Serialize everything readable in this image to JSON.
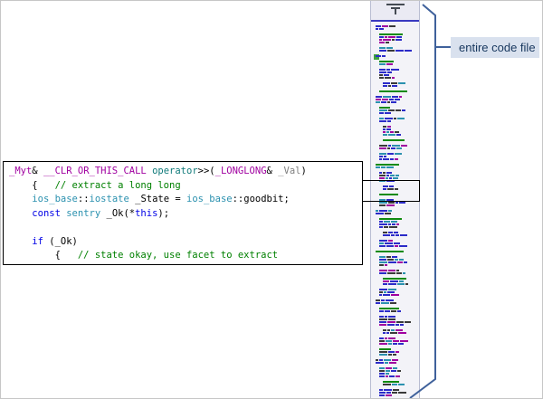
{
  "page": {
    "background": "#ffffff",
    "border_color": "#c6c6c6"
  },
  "code_box": {
    "colors": {
      "macro": "#a000a0",
      "kw": "#0000e6",
      "type": "#2b91af",
      "op": "#0f7a7a",
      "comment": "#008000",
      "plain": "#000000",
      "gray": "#808080"
    },
    "lines": [
      [
        [
          "_Myt",
          "macro"
        ],
        [
          "& ",
          "plain"
        ],
        [
          "__CLR_OR_THIS_CALL",
          "macro"
        ],
        [
          " ",
          "plain"
        ],
        [
          "operator",
          "op"
        ],
        [
          ">>(",
          "plain"
        ],
        [
          "_LONGLONG",
          "macro"
        ],
        [
          "& ",
          "plain"
        ],
        [
          "_Val",
          "gray"
        ],
        [
          ")",
          "plain"
        ]
      ],
      [
        [
          "    {   ",
          "plain"
        ],
        [
          "// extract a long long",
          "comment"
        ]
      ],
      [
        [
          "    ",
          "plain"
        ],
        [
          "ios_base",
          "type"
        ],
        [
          "::",
          "plain"
        ],
        [
          "iostate",
          "type"
        ],
        [
          " _State = ",
          "plain"
        ],
        [
          "ios_base",
          "type"
        ],
        [
          "::",
          "plain"
        ],
        [
          "goodbit;",
          "plain"
        ]
      ],
      [
        [
          "    ",
          "plain"
        ],
        [
          "const",
          "kw"
        ],
        [
          " ",
          "plain"
        ],
        [
          "sentry",
          "type"
        ],
        [
          " _Ok(*",
          "plain"
        ],
        [
          "this",
          "kw"
        ],
        [
          ");",
          "plain"
        ]
      ],
      [],
      [
        [
          "    ",
          "plain"
        ],
        [
          "if",
          "kw"
        ],
        [
          " (_Ok)",
          "plain"
        ]
      ],
      [
        [
          "        {   ",
          "plain"
        ],
        [
          "// state okay, use facet to extract",
          "comment"
        ]
      ]
    ]
  },
  "callout": {
    "label": "entire code file",
    "label_bg": "#d9e1ee",
    "label_fg": "#17375e",
    "line_color": "#3f619b"
  },
  "minimap": {
    "header_bg": "#eaeaf3",
    "body_bg": "#f3f3f8",
    "divider_color": "#3a3ac0",
    "change_marker_color": "#3fa33f",
    "viewport_marker_border": "#000000",
    "palette": {
      "navy": "#2b2bc8",
      "black": "#3a3a3a",
      "teal": "#2b91af",
      "purple": "#a000a0",
      "green": "#0e8a0e"
    },
    "blocks": [
      {
        "i": 0,
        "l": "mm"
      },
      {
        "i": 1,
        "l": "gmmm"
      },
      {
        "i": 1,
        "l": "mm"
      },
      {
        "i": 0,
        "l": "m"
      },
      {
        "i": 1,
        "l": "gm"
      },
      {
        "i": 1,
        "l": "mmmm"
      },
      {
        "i": 2,
        "l": "mm"
      },
      {
        "i": 1,
        "l": "g"
      },
      {
        "i": 0,
        "l": "mmm"
      },
      {
        "i": 1,
        "l": "gmm"
      },
      {
        "i": 1,
        "l": "mm"
      },
      {
        "i": 2,
        "l": "mmmm"
      },
      {
        "i": 2,
        "l": "g"
      },
      {
        "i": 1,
        "l": "mm"
      },
      {
        "i": 1,
        "l": "mmm"
      },
      {
        "i": 0,
        "l": "gm"
      },
      {
        "i": 1,
        "l": "mmmm"
      },
      {
        "i": 2,
        "l": "mm"
      },
      {
        "i": 1,
        "l": "g"
      },
      {
        "i": 1,
        "l": "mmm"
      },
      {
        "i": 0,
        "l": "mm"
      },
      {
        "i": 1,
        "l": "gmmm"
      },
      {
        "i": 2,
        "l": "mm"
      },
      {
        "i": 1,
        "l": "mmm"
      },
      {
        "i": 0,
        "l": "g"
      },
      {
        "i": 1,
        "l": "mmmm"
      },
      {
        "i": 1,
        "l": "mm"
      },
      {
        "i": 2,
        "l": "gmm"
      },
      {
        "i": 1,
        "l": "mmm"
      },
      {
        "i": 0,
        "l": "mm"
      },
      {
        "i": 1,
        "l": "gm"
      },
      {
        "i": 1,
        "l": "mmmm"
      },
      {
        "i": 2,
        "l": "mm"
      },
      {
        "i": 1,
        "l": "mmm"
      },
      {
        "i": 1,
        "l": "gmm"
      },
      {
        "i": 0,
        "l": "mm"
      },
      {
        "i": 1,
        "l": "mmmm"
      },
      {
        "i": 2,
        "l": "gm"
      },
      {
        "i": 1,
        "l": "mmm"
      },
      {
        "i": 1,
        "l": "mm"
      }
    ]
  }
}
